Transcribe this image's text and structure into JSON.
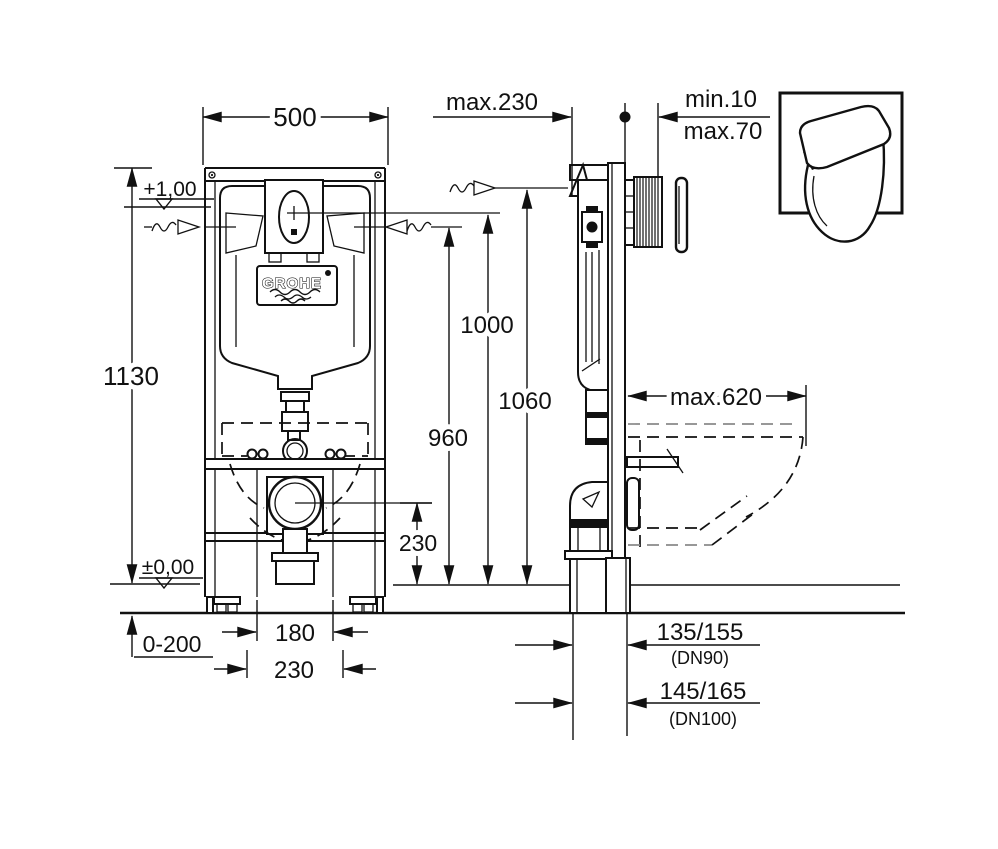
{
  "colors": {
    "ink": "#111111",
    "paper": "#ffffff"
  },
  "logo": {
    "brand": "GROHE"
  },
  "front_view": {
    "frame_width": "500",
    "frame_height": "1130",
    "upper_level": "+1,00",
    "zero_level": "±0,00",
    "floor_adjust": "0-200",
    "fixing_bolt_spacing": "180",
    "connection_spacing": "230",
    "actuator_center_height": "1000",
    "cistern_leader_height": "960",
    "outlet_center_height": "230"
  },
  "side_view": {
    "max_install_depth": "max.230",
    "finish_min": "min.10",
    "finish_max": "max.70",
    "upper_fixing_height": "1060",
    "bowl_max_depth": "max.620",
    "outlet_offset_dn90": "135/155",
    "outlet_dn90_note": "(DN90)",
    "outlet_offset_dn100": "145/165",
    "outlet_dn100_note": "(DN100)"
  }
}
